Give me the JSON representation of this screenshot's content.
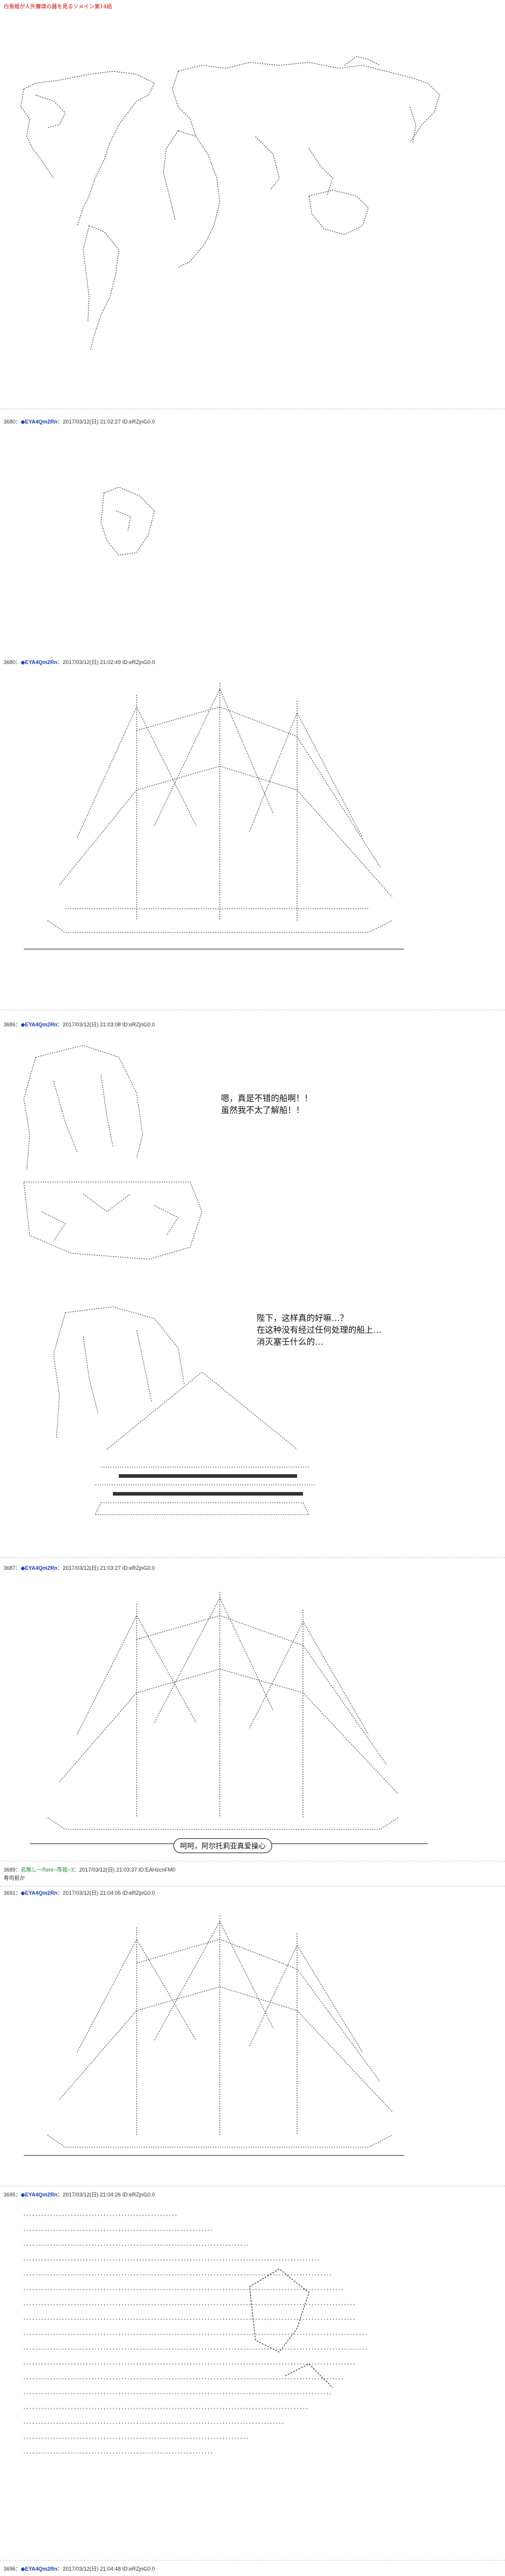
{
  "title": "白雪姫が人外魔境の器を見るソメイン第14話",
  "posts": [
    {
      "number": "3680",
      "name": "◆EYA4Qm2Rn",
      "meta": "：2017/03/12(日) 21:02:27 ID:eRZjnG0.0"
    },
    {
      "number": "3680",
      "name": "◆EYA4Qm2Rn",
      "meta": "：2017/03/12(日) 21:02:49 ID:eRZjnG0.0"
    },
    {
      "number": "3686",
      "name": "◆EYA4Qm2Rn",
      "meta": "：2017/03/12(日) 21:03:08 ID:eRZjnG0.0"
    },
    {
      "number": "3687",
      "name": "◆EYA4Qm2Rn",
      "meta": "：2017/03/12(日) 21:03:27 ID:eRZjnG0.0"
    },
    {
      "number": "3689",
      "name": "名無しーRenr~帯我~3",
      "meta": "：2017/03/12(日) 21:03:37 ID:EAHzcnFM0",
      "reply": "寿司前か"
    },
    {
      "number": "3691",
      "name": "◆EYA4Qm2Rn",
      "meta": "：2017/03/12(日) 21:04:05 ID:eRZjnG0.0"
    },
    {
      "number": "3695",
      "name": "◆EYA4Qm2Rn",
      "meta": "：2017/03/12(日) 21:04:26 ID:eRZjnG0.0"
    },
    {
      "number": "3696",
      "name": "◆EYA4Qm2Rn",
      "meta": "：2017/03/12(日) 21:04:48 ID:eRZjnG0.0"
    }
  ],
  "dialogue": {
    "line1": "嗯，真是不错的船啊！！\n虽然我不太了解船！！",
    "line2": "陛下，这样真的好嘛…？\n在这种没有经过任何处理的船上…\n消灭塞壬什么的…",
    "bubble": "呵呵，阿尔托莉亚真爱操心"
  }
}
